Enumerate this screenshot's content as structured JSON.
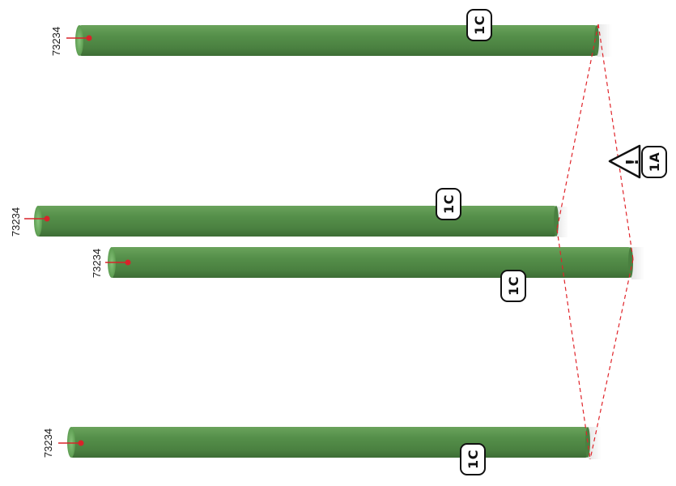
{
  "rods": [
    {
      "part_number": "73234",
      "step_code": "1C"
    },
    {
      "part_number": "73234",
      "step_code": "1C"
    },
    {
      "part_number": "73234",
      "step_code": "1C"
    },
    {
      "part_number": "73234",
      "step_code": "1C"
    }
  ],
  "alignment": {
    "warning_symbol": "!",
    "step_code": "1A",
    "icon": "warning-triangle-icon"
  },
  "colors": {
    "rod": "#4f8a45",
    "guide_line": "#e0242a",
    "marker": "#d8232a",
    "badge_border": "#111111"
  }
}
